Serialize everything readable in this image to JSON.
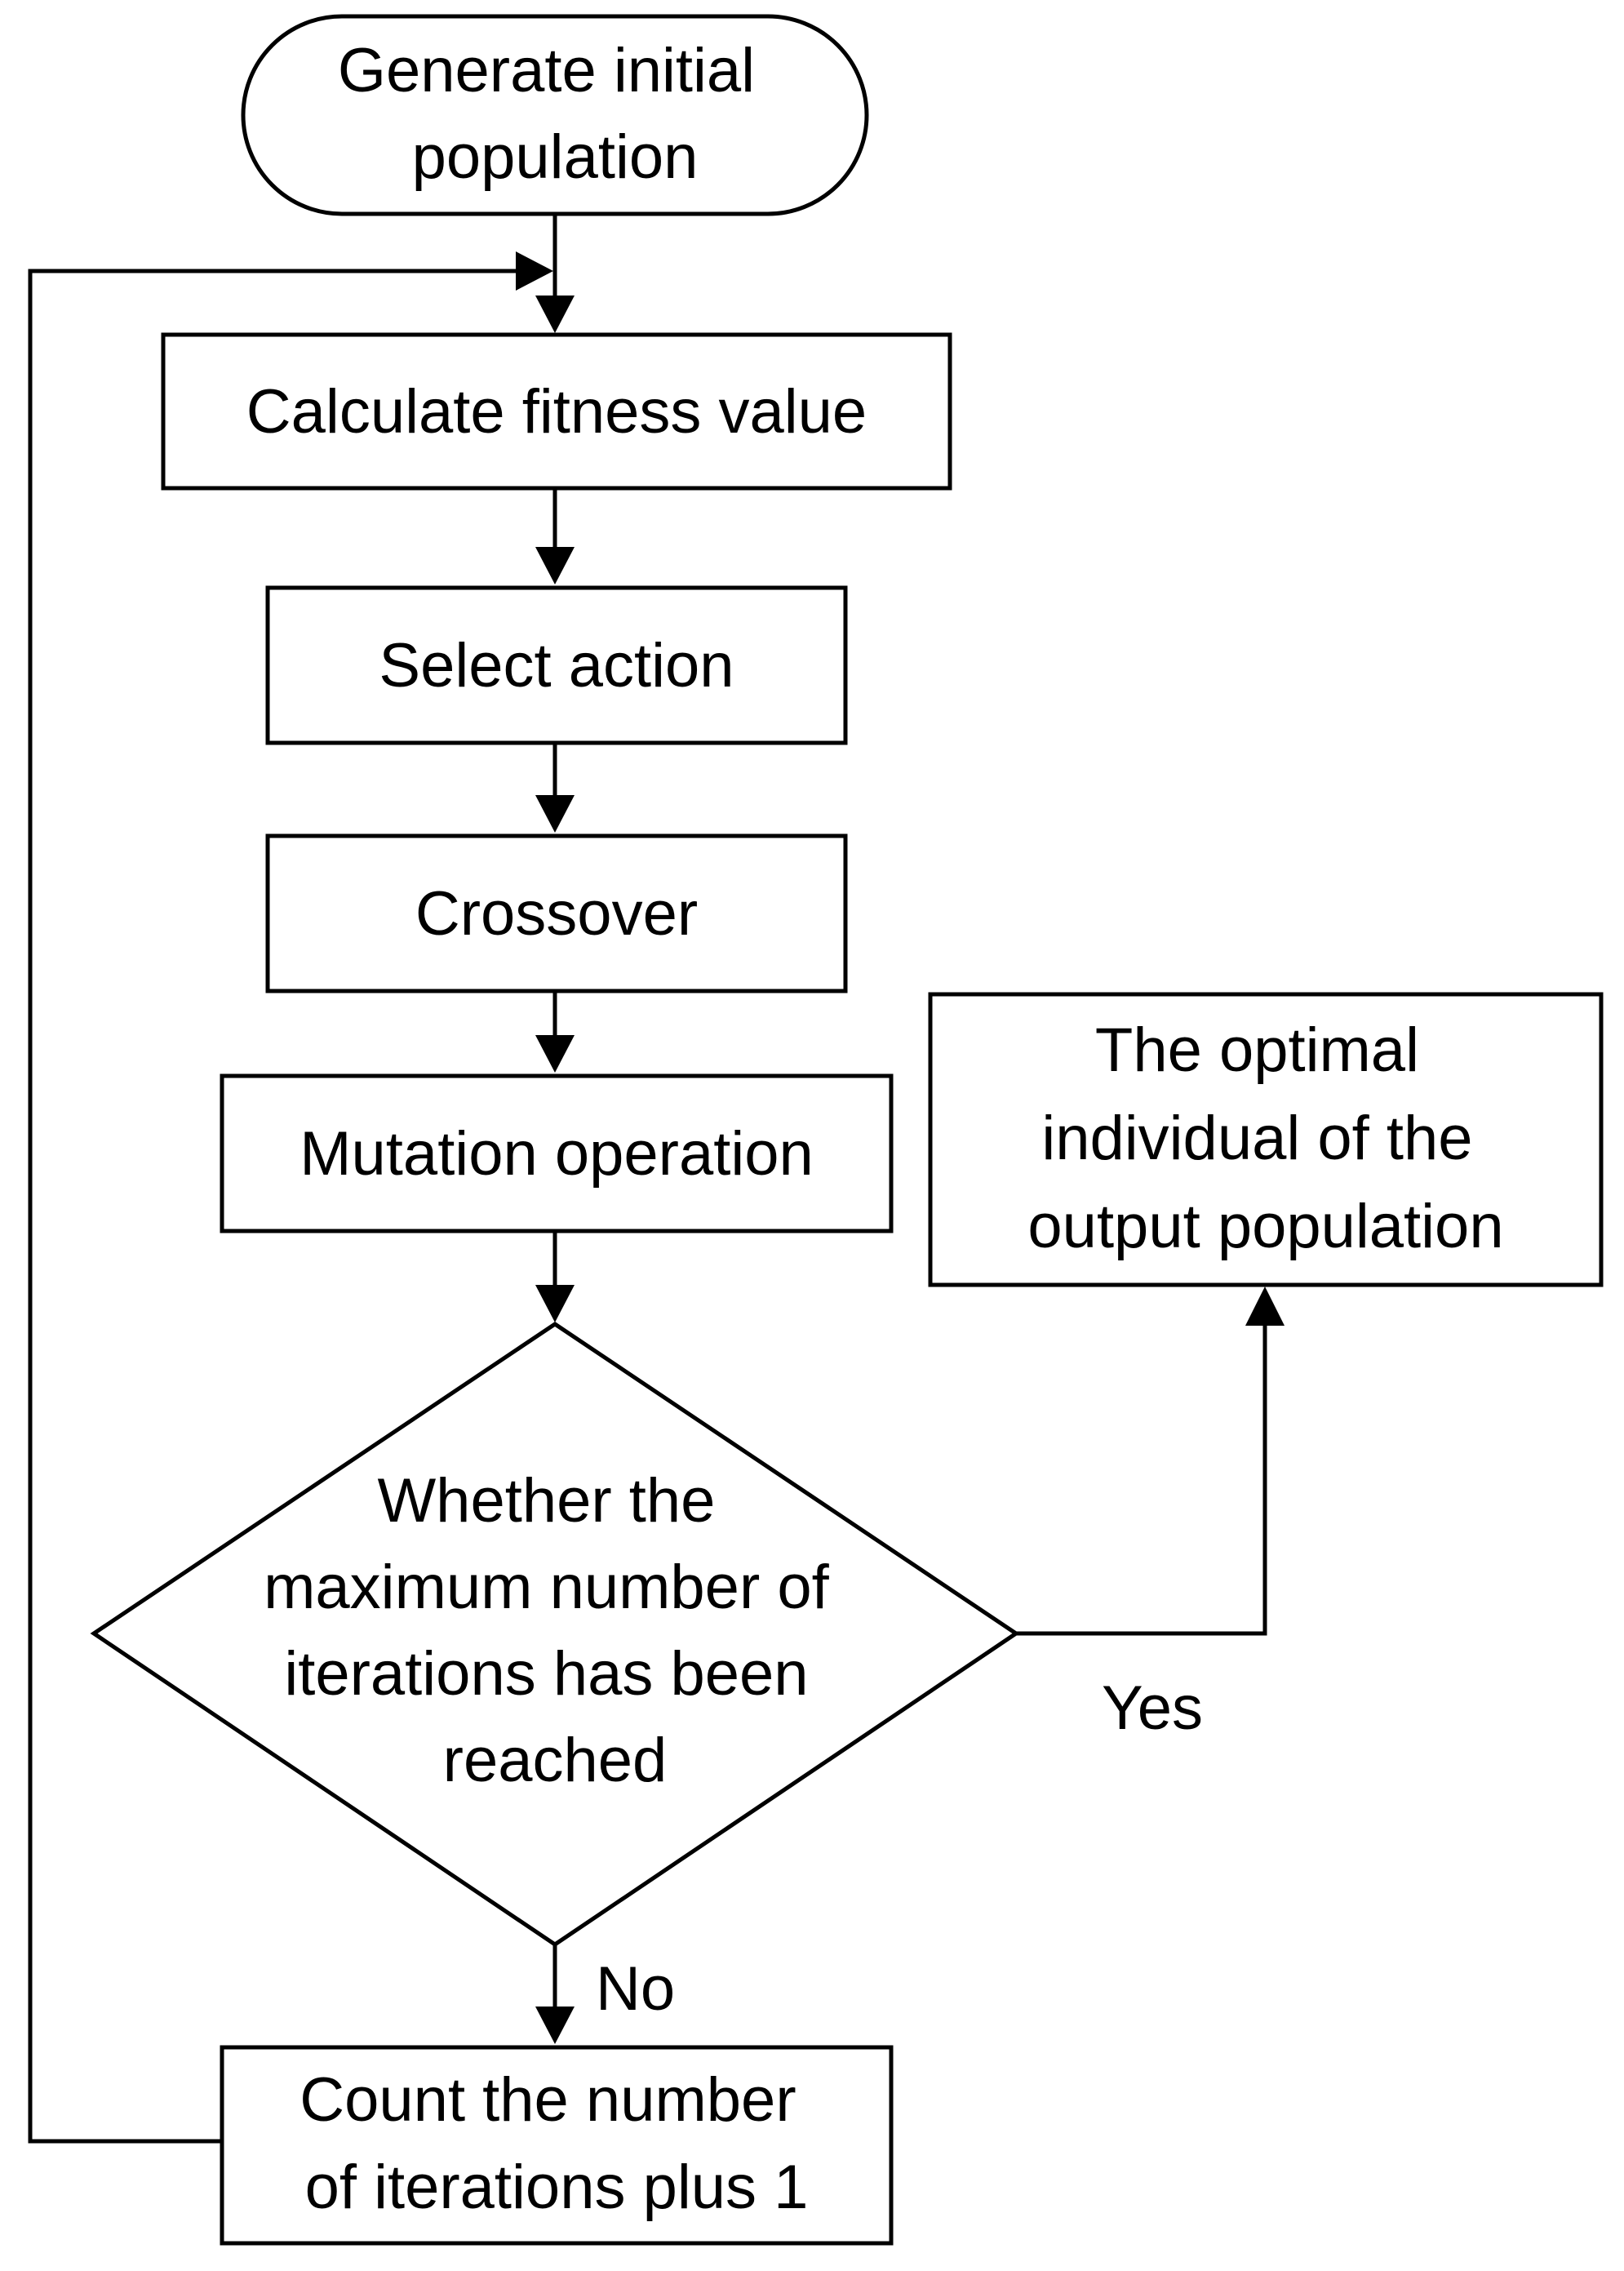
{
  "diagram": {
    "nodes": {
      "start": {
        "lines": [
          "Generate initial",
          "population"
        ]
      },
      "fitness": {
        "lines": [
          "Calculate fitness value"
        ]
      },
      "select": {
        "lines": [
          "Select action"
        ]
      },
      "crossover": {
        "lines": [
          "Crossover"
        ]
      },
      "mutation": {
        "lines": [
          "Mutation operation"
        ]
      },
      "decision": {
        "lines": [
          "Whether the",
          "maximum number of",
          "iterations has been",
          "reached"
        ]
      },
      "output": {
        "lines": [
          "The optimal",
          "individual of the",
          "output population"
        ]
      },
      "count": {
        "lines": [
          "Count the number",
          "of iterations plus 1"
        ]
      }
    },
    "edge_labels": {
      "yes": "Yes",
      "no": "No"
    }
  }
}
